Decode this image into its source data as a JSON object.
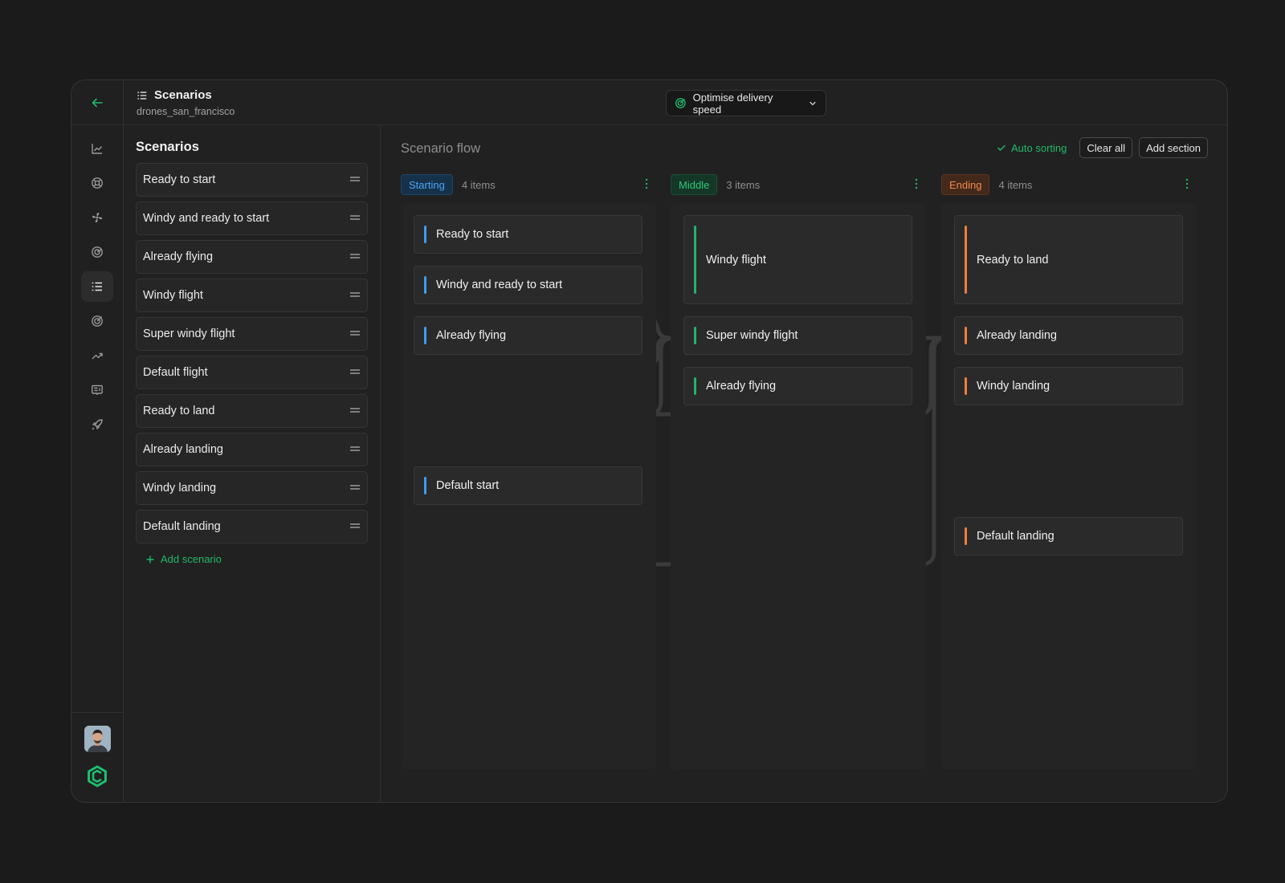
{
  "header": {
    "title": "Scenarios",
    "subtitle": "drones_san_francisco",
    "goal_label": "Optimise delivery speed"
  },
  "nav": {
    "items": [
      {
        "icon": "line-chart-icon"
      },
      {
        "icon": "lifebuoy-icon"
      },
      {
        "icon": "fan-icon"
      },
      {
        "icon": "radar-icon"
      },
      {
        "icon": "list-icon",
        "active": true
      },
      {
        "icon": "target-icon"
      },
      {
        "icon": "trending-up-icon"
      },
      {
        "icon": "report-icon"
      },
      {
        "icon": "rocket-icon"
      }
    ]
  },
  "scenarios": {
    "title": "Scenarios",
    "items": [
      "Ready to start",
      "Windy and ready to start",
      "Already flying",
      "Windy flight",
      "Super windy flight",
      "Default flight",
      "Ready to land",
      "Already landing",
      "Windy landing",
      "Default landing"
    ],
    "add_label": "Add scenario"
  },
  "flow": {
    "title": "Scenario flow",
    "auto_sorting_label": "Auto sorting",
    "clear_label": "Clear all",
    "add_section_label": "Add section",
    "columns": [
      {
        "tag": "Starting",
        "count": "4 items",
        "color": "#3d9df0",
        "cards": [
          "Ready to start",
          "Windy and ready to start",
          "Already flying",
          "Default start"
        ]
      },
      {
        "tag": "Middle",
        "count": "3 items",
        "color": "#23b26b",
        "cards": [
          "Windy flight",
          "Super windy flight",
          "Already flying"
        ]
      },
      {
        "tag": "Ending",
        "count": "4 items",
        "color": "#ee7f3c",
        "cards": [
          "Ready to land",
          "Already landing",
          "Windy landing",
          "Default landing"
        ]
      }
    ]
  }
}
